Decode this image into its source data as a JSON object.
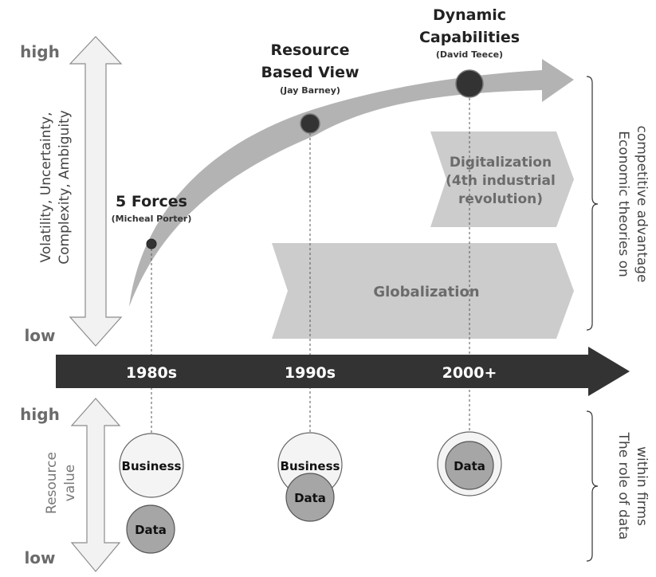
{
  "scale_top": {
    "high_label": "high",
    "low_label": "low",
    "axis_label_line1": "Volatility, Uncertainty,",
    "axis_label_line2": "Complexity, Ambiguity"
  },
  "theories": [
    {
      "title_line1": "5 Forces",
      "title_line2": "",
      "author": "(Micheal Porter)"
    },
    {
      "title_line1": "Resource",
      "title_line2": "Based View",
      "author": "(Jay Barney)"
    },
    {
      "title_line1": "Dynamic",
      "title_line2": "Capabilities",
      "author": "(David Teece)"
    }
  ],
  "eras": {
    "digitalization_line1": "Digitalization",
    "digitalization_line2": "(4th industrial",
    "digitalization_line3": "revolution)",
    "globalization": "Globalization"
  },
  "timeline": {
    "ticks": [
      "1980s",
      "1990s",
      "2000+"
    ]
  },
  "bracket_top": {
    "line1": "Economic theories on",
    "line2": "competitive advantage"
  },
  "scale_bottom": {
    "high_label": "high",
    "low_label": "low",
    "axis_label_line1": "Resource",
    "axis_label_line2": "value"
  },
  "circles": {
    "business": "Business",
    "data": "Data"
  },
  "bracket_bottom": {
    "line1": "The role of data",
    "line2": "within firms"
  },
  "colors": {
    "arrow_dark": "#333333",
    "curve_gray": "#b3b3b3",
    "panel_gray": "#cccccc",
    "data_circle": "#a6a6a6",
    "business_circle": "#f4f4f4"
  }
}
